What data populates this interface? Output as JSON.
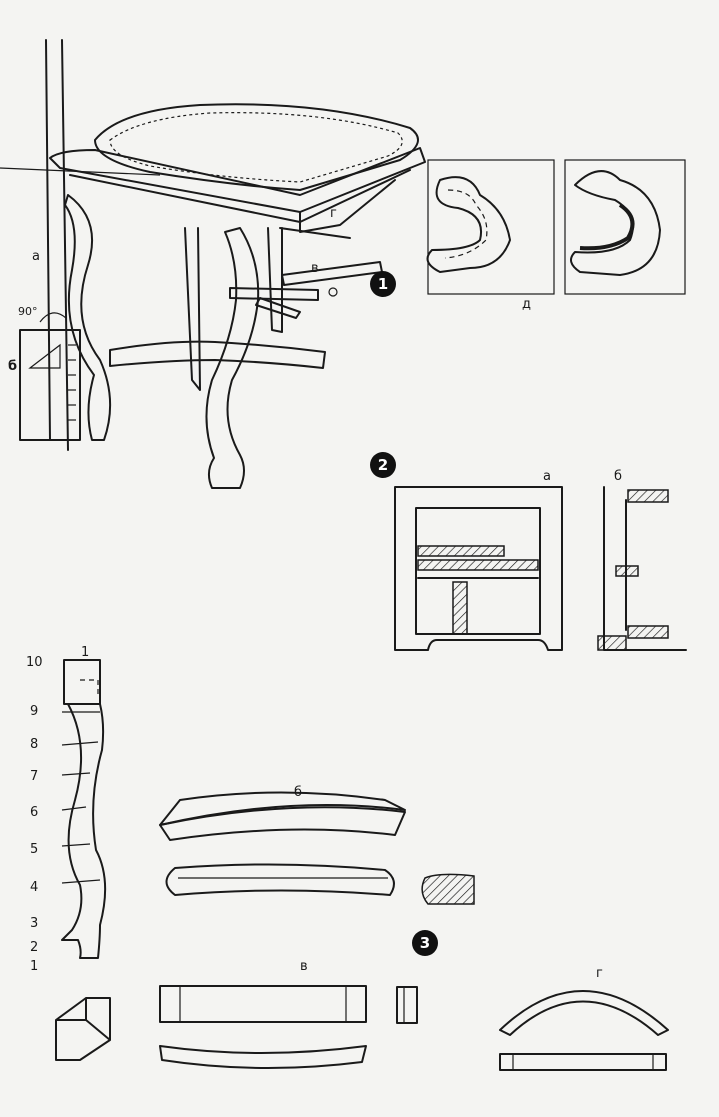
{
  "figures": [
    {
      "number": "1",
      "labels": {
        "a": "а",
        "b": "б",
        "v": "в",
        "g": "г",
        "d": "д",
        "angle": "90°"
      }
    },
    {
      "number": "2",
      "labels": {
        "a": "а",
        "b": "б"
      }
    },
    {
      "number": "3",
      "labels": {
        "top": "1",
        "b": "б",
        "v": "в",
        "g": "г"
      },
      "leg_marks": [
        "10",
        "9",
        "8",
        "7",
        "6",
        "5",
        "4",
        "3",
        "2",
        "1"
      ]
    }
  ]
}
